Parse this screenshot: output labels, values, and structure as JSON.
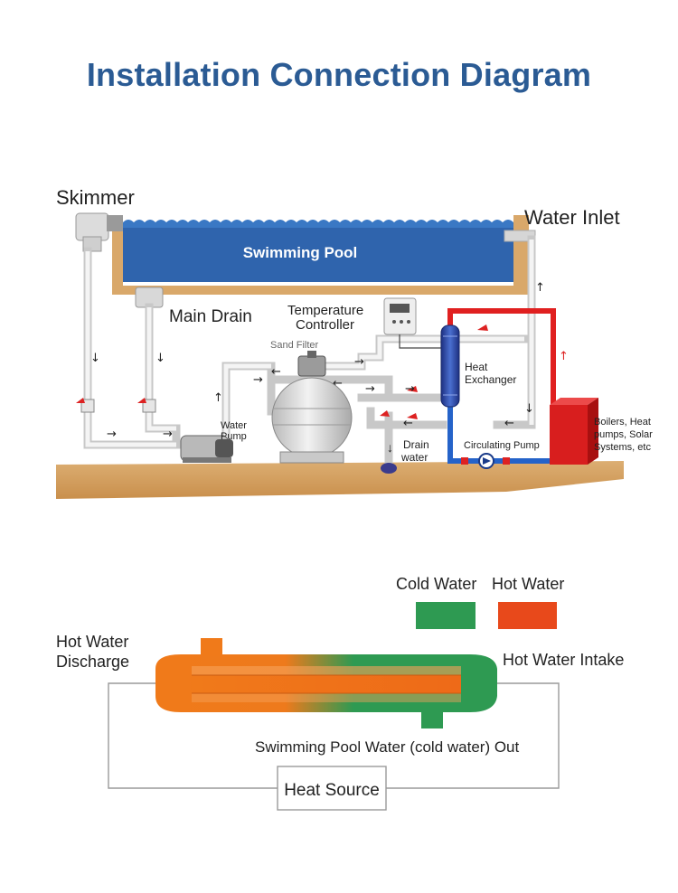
{
  "title": "Installation Connection Diagram",
  "top_diagram": {
    "skimmer": "Skimmer",
    "water_inlet": "Water Inlet",
    "pool": "Swimming Pool",
    "main_drain": "Main Drain",
    "temperature_controller": [
      "Temperature",
      "Controller"
    ],
    "sand_filter": "Sand Filter",
    "heat_exchanger": [
      "Heat",
      "Exchanger"
    ],
    "water_pump": [
      "Water",
      "Pump"
    ],
    "drain_water": [
      "Drain",
      "water"
    ],
    "circulating_pump": "Circulating Pump",
    "boilers": [
      "Boilers, Heat",
      "pumps, Solar",
      "Systems, etc"
    ]
  },
  "bottom_diagram": {
    "legend": [
      {
        "label": "Cold Water",
        "color": "#2e9a52"
      },
      {
        "label": "Hot Water",
        "color": "#e8491b"
      }
    ],
    "hot_water_discharge": [
      "Hot Water",
      "Discharge"
    ],
    "hot_water_intake": "Hot Water Intake",
    "pool_water_out": "Swimming Pool Water (cold water) Out",
    "heat_source": "Heat Source"
  },
  "colors": {
    "title": "#2b5b94",
    "pool": "#2f64ad",
    "ground": "#d9a86a",
    "hot_pipe": "#e02020",
    "cold_pipe": "#2563c9",
    "exchanger_blue": "#2b48a8",
    "boiler": "#d81e1e"
  }
}
